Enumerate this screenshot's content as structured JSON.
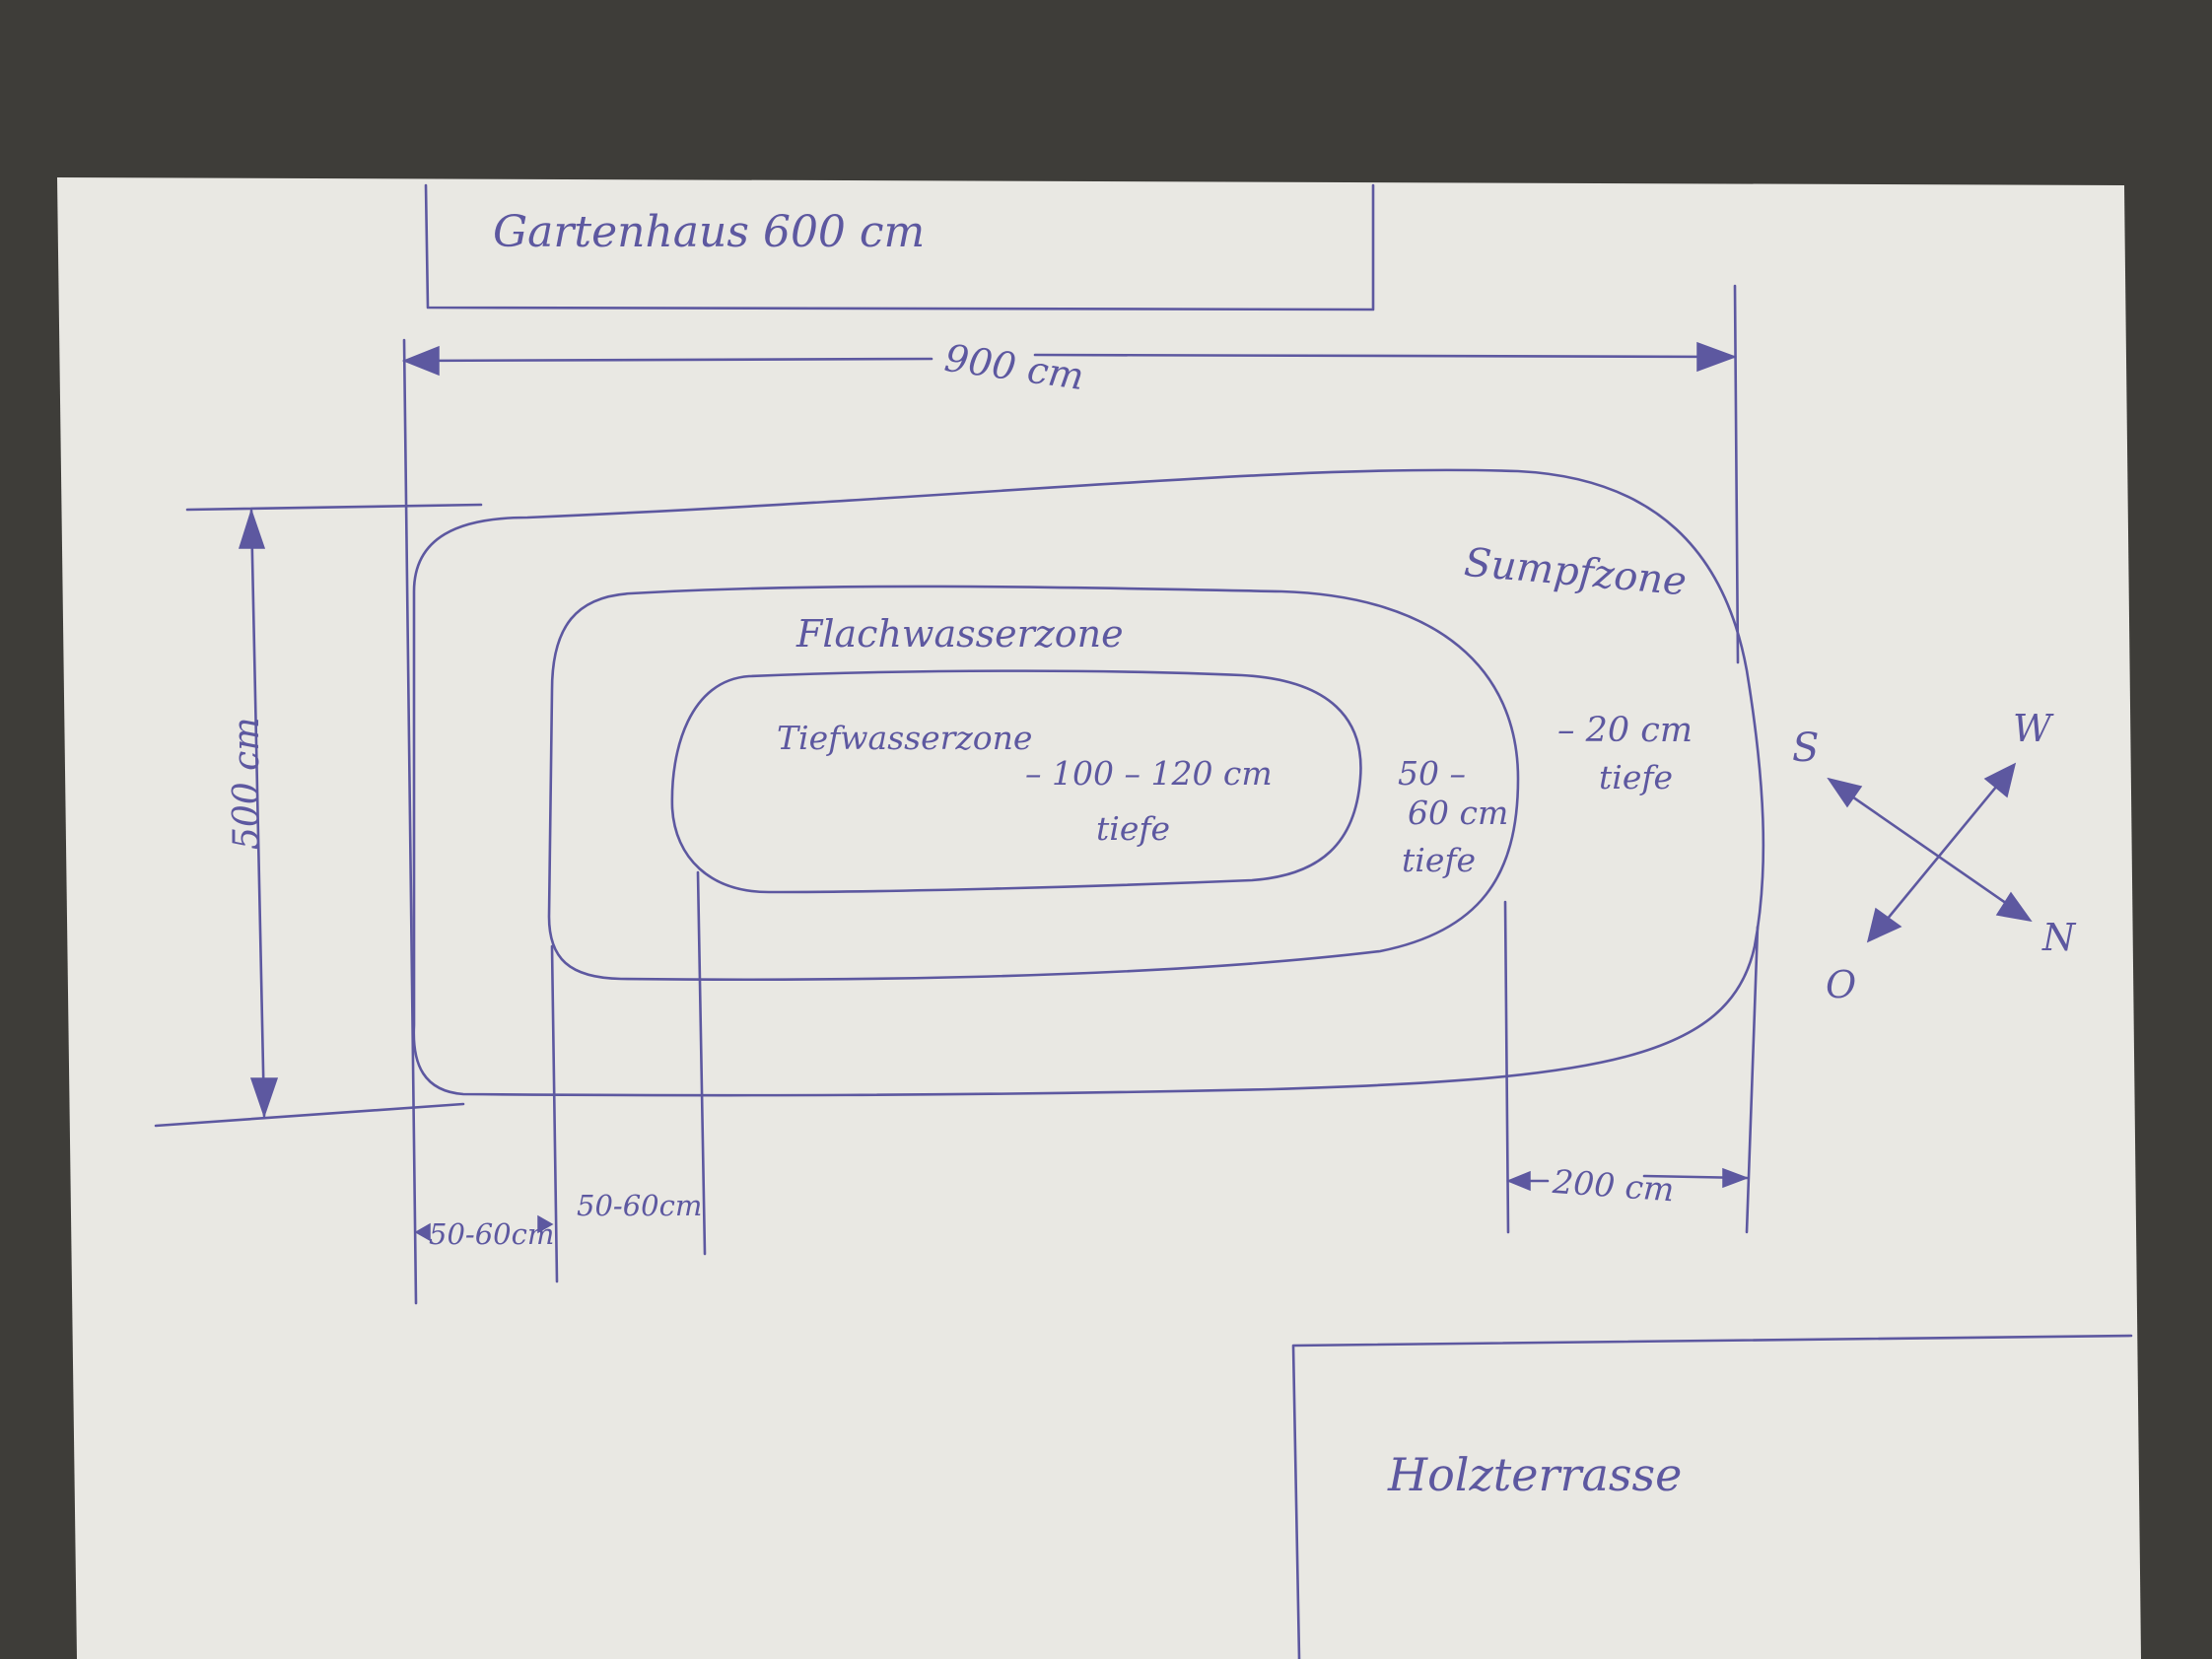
{
  "colors": {
    "ink": "#5d58a0",
    "paper": "#e9e8e3",
    "background": "#3e3d39"
  },
  "labels": {
    "gartenhaus": "Gartenhaus 600 cm",
    "width": "900 cm",
    "height": "500 cm",
    "sumpfzone": "Sumpfzone",
    "flachwasserzone": "Flachwasserzone",
    "tiefwasserzone": "Tiefwasserzone",
    "tief_depth_1": "– 100 – 120 cm",
    "tief_depth_2": "tiefe",
    "flach_depth_1": "50 –",
    "flach_depth_2": "60 cm",
    "flach_depth_3": "tiefe",
    "sumpf_depth_1": "– 20 cm",
    "sumpf_depth_2": "tiefe",
    "margin_outer": "50-60cm",
    "margin_inner": "50-60cm",
    "margin_right": "200 cm",
    "holzterrasse": "Holzterrasse"
  },
  "compass": {
    "south": "S",
    "west": "W",
    "north": "N",
    "east": "O"
  }
}
